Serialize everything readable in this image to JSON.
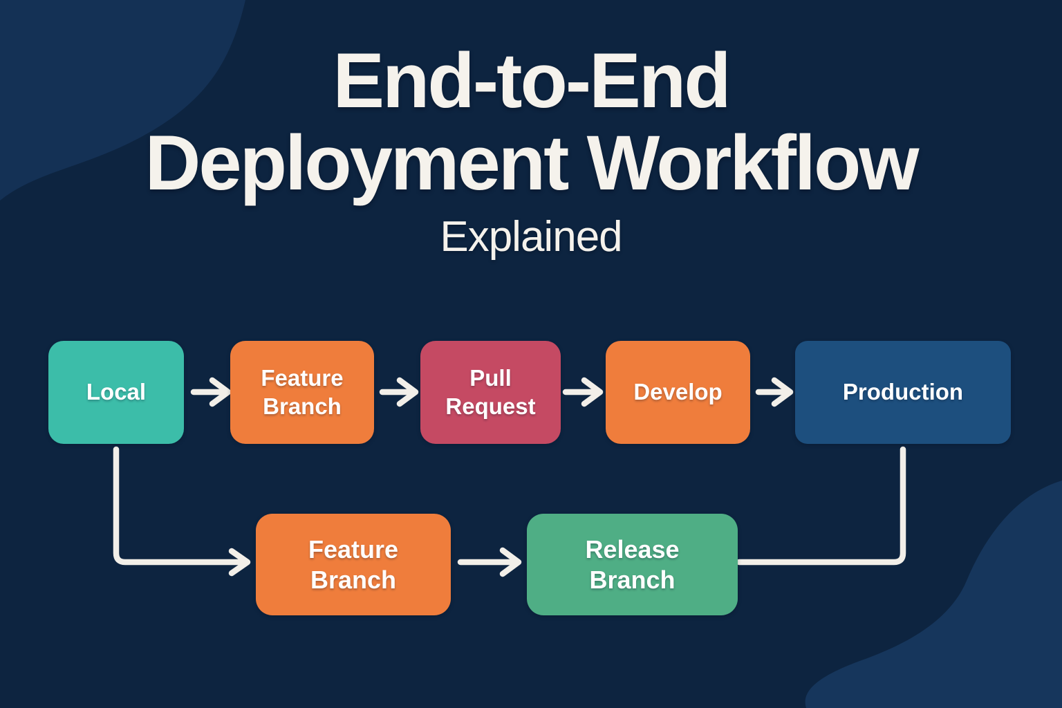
{
  "background": {
    "base_color": "#0D2440",
    "blob_top_left_color": "#143155",
    "blob_bottom_right_color": "#16365C"
  },
  "header": {
    "title_line1": "End-to-End",
    "title_line2": "Deployment Workflow",
    "subtitle": "Explained",
    "text_color": "#F5F2EC"
  },
  "flow": {
    "connector_color": "#F2EFE9",
    "nodes": {
      "local": {
        "label": "Local",
        "color": "#3CBDA9"
      },
      "feature_branch_top": {
        "label": "Feature Branch",
        "color": "#EF7D3C"
      },
      "pull_request": {
        "label": "Pull Request",
        "color": "#C54A63"
      },
      "develop": {
        "label": "Develop",
        "color": "#EF7D3C"
      },
      "production": {
        "label": "Production",
        "color": "#1D4F7E"
      },
      "feature_branch_bottom": {
        "label": "Feature Branch",
        "color": "#EF7D3C"
      },
      "release_branch": {
        "label": "Release Branch",
        "color": "#4FAE85"
      }
    }
  }
}
